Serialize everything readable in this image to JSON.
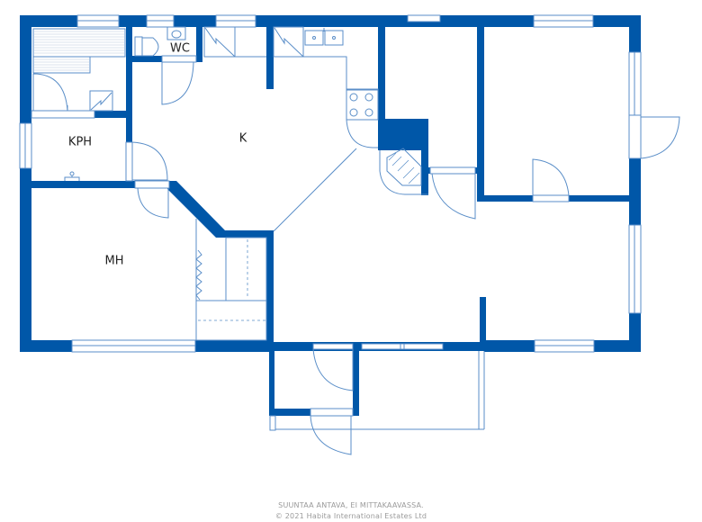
{
  "rooms": [
    {
      "id": "wc",
      "label": "WC"
    },
    {
      "id": "k",
      "label": "K"
    },
    {
      "id": "kph",
      "label": "KPH"
    },
    {
      "id": "mh",
      "label": "MH"
    }
  ],
  "footer": {
    "disclaimer": "SUUNTAA ANTAVA, EI MITTAKAAVASSA.",
    "copyright": "© 2021 Habita International Estates Ltd"
  },
  "colors": {
    "wall": "#0057a8",
    "fixture_line": "#5a8ec8",
    "footer_text": "#9a9a9a"
  }
}
